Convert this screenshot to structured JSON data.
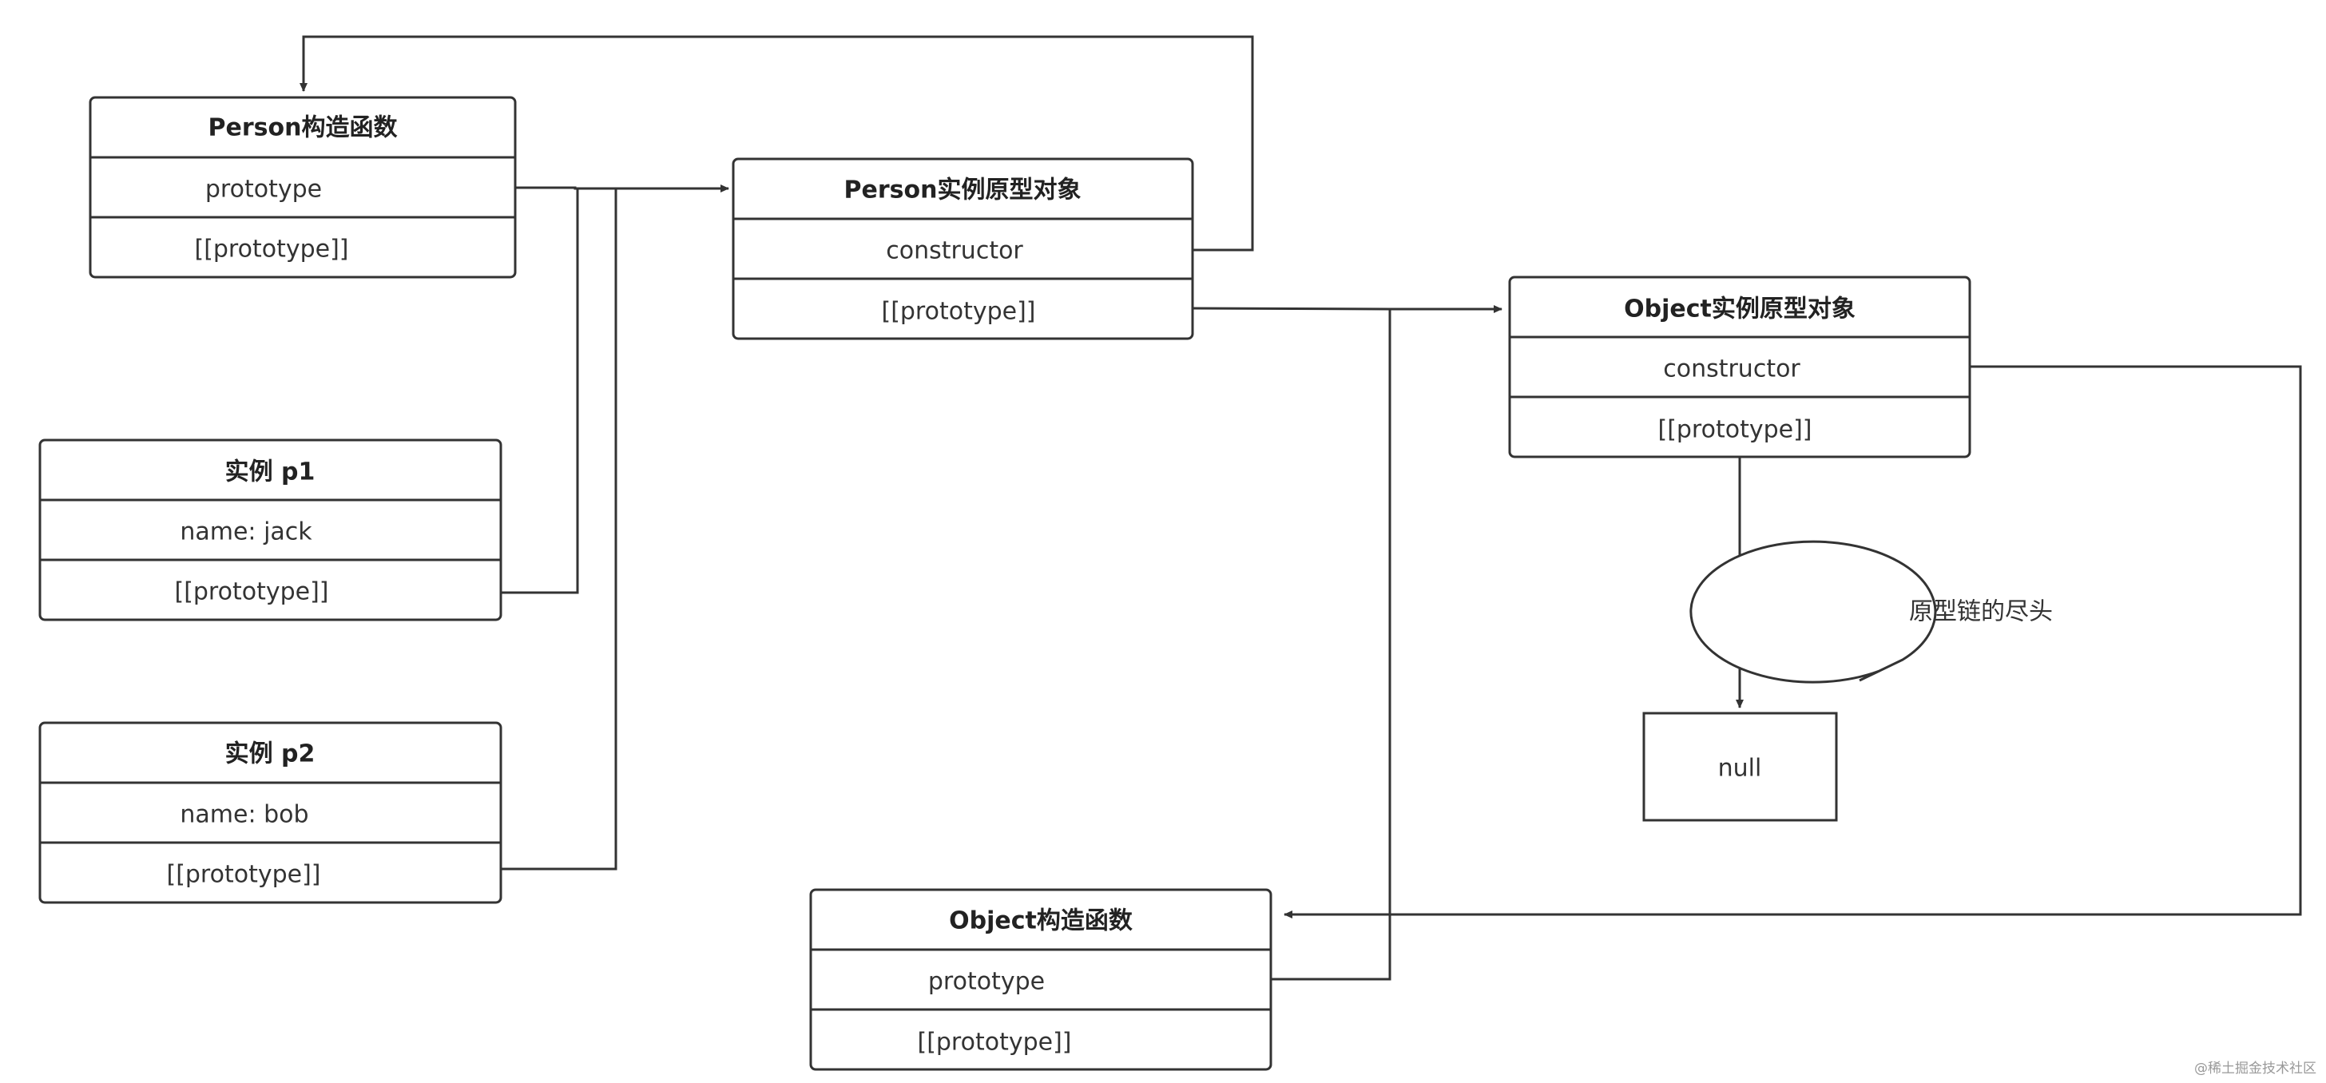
{
  "boxes": {
    "person_ctor": {
      "title": "Person构造函数",
      "rows": [
        "prototype",
        "[[prototype]]"
      ]
    },
    "person_proto": {
      "title": "Person实例原型对象",
      "rows": [
        "constructor",
        "[[prototype]]"
      ]
    },
    "object_proto": {
      "title": "Object实例原型对象",
      "rows": [
        "constructor",
        "[[prototype]]"
      ]
    },
    "p1": {
      "title": "实例 p1",
      "rows": [
        "name: jack",
        "[[prototype]]"
      ]
    },
    "p2": {
      "title": "实例 p2",
      "rows": [
        "name: bob",
        "[[prototype]]"
      ]
    },
    "object_ctor": {
      "title": "Object构造函数",
      "rows": [
        "prototype",
        "[[prototype]]"
      ]
    }
  },
  "null_box": {
    "label": "null"
  },
  "bubble": {
    "text": "原型链的尽头"
  },
  "watermark": "@稀土掘金技术社区",
  "colors": {
    "stroke": "#333333",
    "text": "#222222",
    "background": "#ffffff"
  }
}
